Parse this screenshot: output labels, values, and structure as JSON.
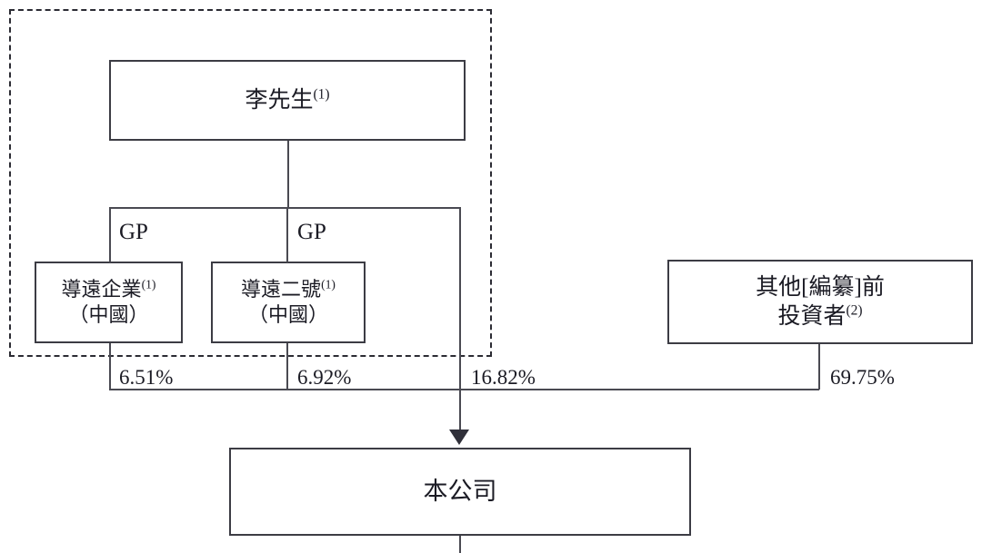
{
  "diagram": {
    "type": "corporate-shareholding-structure",
    "nodes": {
      "chairman": {
        "text": "李先生",
        "footnote": "(1)"
      },
      "entity_1": {
        "text": "導遠企業",
        "footnote": "(1)",
        "sub": "（中國）"
      },
      "entity_2": {
        "text": "導遠二號",
        "footnote": "(1)",
        "sub": "（中國）"
      },
      "other_investors": {
        "text": "其他[編纂]前",
        "sub": "投資者",
        "footnote": "(2)"
      },
      "company": {
        "text": "本公司"
      }
    },
    "edge_labels": {
      "gp_left": "GP",
      "gp_right": "GP",
      "pct_entity_1": "6.51%",
      "pct_entity_2": "6.92%",
      "pct_direct": "16.82%",
      "pct_other_investors": "69.75%"
    },
    "colors": {
      "box_border": "#3c3c44",
      "connector": "#4a4a52",
      "dashed_border": "#2b2b33",
      "text": "#1b1b24",
      "background": "#ffffff"
    }
  }
}
